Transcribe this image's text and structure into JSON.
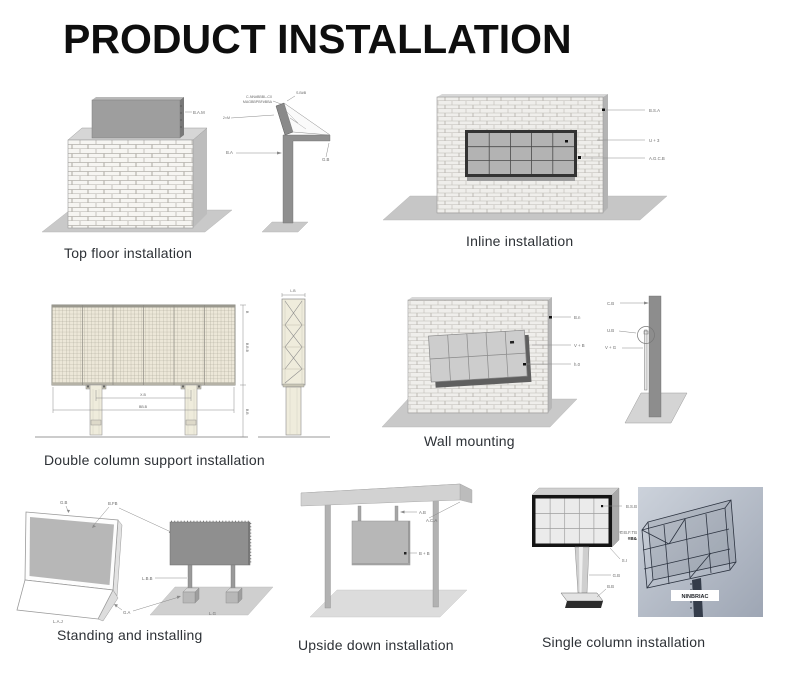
{
  "title": "PRODUCT INSTALLATION",
  "colors": {
    "background": "#ffffff",
    "ink": "#0e0e0e",
    "caption_text": "#2d3136",
    "screen_gray": "#9e9e9e",
    "ground_gray": "#c9c9c9",
    "billboard_cream": "#ece7d8",
    "frame_black": "#141414",
    "cad_background": "#b9c0cb"
  },
  "diagrams": {
    "top_floor": {
      "caption": "Top floor installation",
      "ann": {
        "screen": "B.A.M",
        "note1": "C-NN#BBBL-C0",
        "note2": "MAGBBPBF#BBA",
        "top": "S.B#B",
        "panel": "2×M",
        "pole": "B.A",
        "arm": "G.B"
      }
    },
    "inline": {
      "caption": "Inline installation",
      "ann": {
        "wall": "B.S.A",
        "screen": "U + 3",
        "frame": "A.G.C.B"
      }
    },
    "double_column": {
      "caption": "Double column support installation",
      "ann": {
        "dim_inner": "X.B",
        "dim_outer": "BB.B",
        "dim_side": "L.B",
        "right_top": "B",
        "right_mid": "B.B.B",
        "right_bot": "B.B"
      }
    },
    "wall_mounting": {
      "caption": "Wall mounting",
      "ann": {
        "wall": "B.n",
        "screen": "V + B",
        "frame": "h.0",
        "side_wall": "C.B",
        "side_bracket": "U.B",
        "side_screen": "V + G"
      }
    },
    "standing": {
      "caption": "Standing and installing",
      "ann": {
        "top": "G.B",
        "screen": "B.FB",
        "leg": "L.B.B",
        "foot": "G.A",
        "ground": "L.G",
        "base": "L.A.J"
      }
    },
    "upside_down": {
      "caption": "Upside down installation",
      "ann": {
        "hanger": "A.B",
        "screen": "B + B",
        "roof": "A.C.A"
      }
    },
    "single_column": {
      "caption": "Single column installation",
      "render_label": "NINBRIAC",
      "ann": {
        "screen": "B.S.B",
        "frame1": "C.B.F.TB",
        "frame2": "#B&",
        "corner": "S.I",
        "column": "G.B",
        "base": "B.B"
      }
    }
  }
}
